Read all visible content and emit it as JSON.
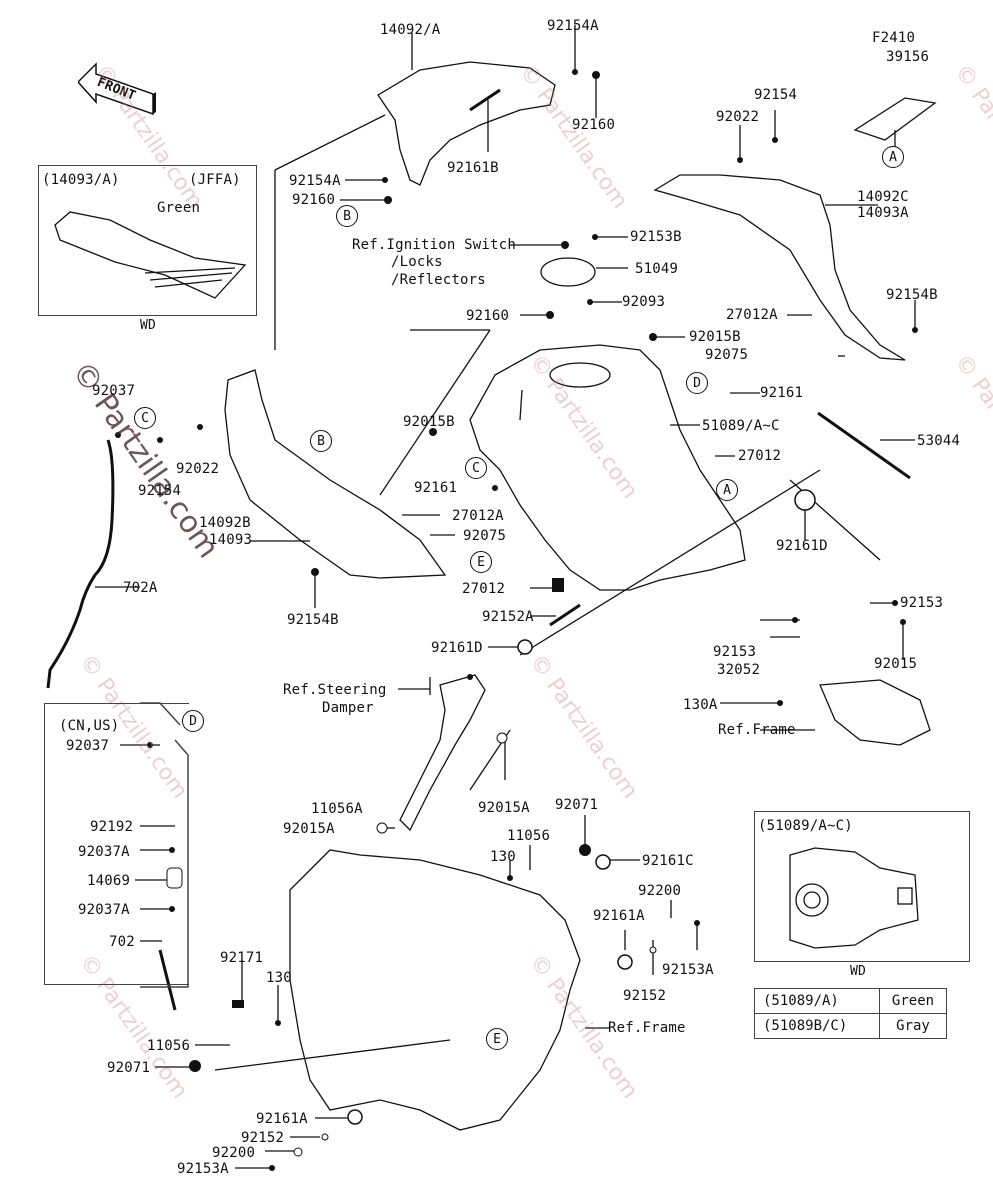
{
  "diagram": {
    "title": "Fuel Tank / Frame Covers parts diagram",
    "front_indicator": "FRONT",
    "watermark": "© Partzilla.com",
    "inset_covers": {
      "part": "(14093/A)",
      "variant": "(JFFA)",
      "color_note": "Green",
      "footer": "WD"
    },
    "inset_tank": {
      "part": "(51089/A~C)",
      "footer": "WD"
    },
    "inset_hose": {
      "region": "(CN,US)"
    },
    "color_table": [
      {
        "part": "(51089/A)",
        "color": "Green"
      },
      {
        "part": "(51089B/C)",
        "color": "Gray"
      }
    ],
    "callouts": [
      "A",
      "B",
      "C",
      "D",
      "E"
    ],
    "references": {
      "ignition": "Ref.Ignition Switch",
      "locks": "/Locks",
      "reflectors": "/Reflectors",
      "steering_1": "Ref.Steering",
      "steering_2": "Damper",
      "frame": "Ref.Frame"
    },
    "labels": {
      "p14092A": "14092/A",
      "p92154A_top": "92154A",
      "p92160_top": "92160",
      "p92161B": "92161B",
      "p92154A_left": "92154A",
      "p92160_left": "92160",
      "pF2410": "F2410",
      "p39156": "39156",
      "p92154_r": "92154",
      "p92022_r": "92022",
      "p14092C": "14092C",
      "p14093A": "14093A",
      "p92153B": "92153B",
      "p51049": "51049",
      "p92093": "92093",
      "p92160_mid": "92160",
      "p92015B_r": "92015B",
      "p27012A_r": "27012A",
      "p92154B_r": "92154B",
      "p92075_r": "92075",
      "p92161_r": "92161",
      "p51089": "51089/A~C",
      "p53044": "53044",
      "p27012_r": "27012",
      "p92037_l": "92037",
      "p92022_l": "92022",
      "p92154_l": "92154",
      "p92015B_l": "92015B",
      "p92161_l": "92161",
      "p27012A_l": "27012A",
      "p92075_l": "92075",
      "p14092B": "14092B",
      "p14093": "14093",
      "p702A": "702A",
      "p92154B_l": "92154B",
      "p27012_bot": "27012",
      "p92152A": "92152A",
      "p92161D_r": "92161D",
      "p92161D_l": "92161D",
      "p92153_a": "92153",
      "p92153_b": "92153",
      "p92015": "92015",
      "p32052": "32052",
      "p130A": "130A",
      "p92037_h": "92037",
      "p92192": "92192",
      "p92037A_1": "92037A",
      "p14069": "14069",
      "p92037A_2": "92037A",
      "p702": "702",
      "p11056A": "11056A",
      "p92015A_l": "92015A",
      "p92015A_r": "92015A",
      "p92071_r": "92071",
      "p11056_r": "11056",
      "p130_r": "130",
      "p92161C": "92161C",
      "p92200_r": "92200",
      "p92161A_r": "92161A",
      "p92153A_r": "92153A",
      "p92152_r": "92152",
      "p92171": "92171",
      "p130_l": "130",
      "p11056_l": "11056",
      "p92071_l": "92071",
      "p92161A_l": "92161A",
      "p92152_l": "92152",
      "p92200_l": "92200",
      "p92153A_l": "92153A"
    }
  }
}
